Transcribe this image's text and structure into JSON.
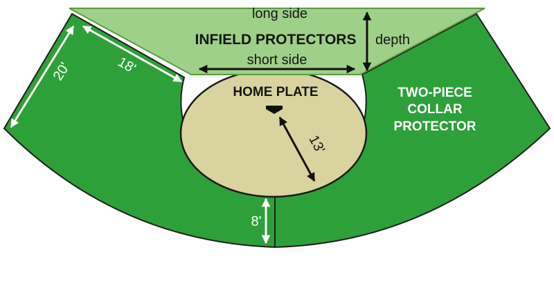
{
  "labels": {
    "long_side": "long side",
    "infield_protectors": "INFIELD PROTECTORS",
    "depth": "depth",
    "short_side": "short side",
    "home_plate": "HOME PLATE",
    "collar_line1": "TWO-PIECE",
    "collar_line2": "COLLAR",
    "collar_line3": "PROTECTOR"
  },
  "dimensions": {
    "collar_side": "20'",
    "infield_edge": "18'",
    "radius": "13'",
    "collar_depth": "8'"
  },
  "colors": {
    "collar_green": "#2ea03a",
    "collar_outline": "#1f1f1f",
    "infield_light_green": "#9fd08a",
    "infield_outline": "#5c9a3f",
    "dirt": "#d9d3a0",
    "arrow_white": "#ffffff",
    "arrow_black": "#111111",
    "text_dark": "#151515",
    "text_white": "#ffffff"
  }
}
